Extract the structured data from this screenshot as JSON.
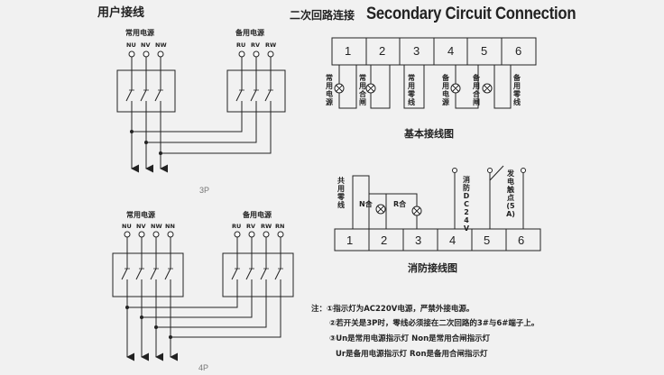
{
  "titles": {
    "user_wiring": "用户接线",
    "secondary_cn": "二次回路连接",
    "secondary_en": "Secondary Circuit Connection"
  },
  "p3": {
    "normal_label": "常用电源",
    "backup_label": "备用电源",
    "normal_terminals": [
      "NU",
      "NV",
      "NW"
    ],
    "backup_terminals": [
      "RU",
      "RV",
      "RW"
    ],
    "caption": "3P"
  },
  "p4": {
    "normal_label": "常用电源",
    "backup_label": "备用电源",
    "normal_terminals": [
      "NU",
      "NV",
      "NW",
      "NN"
    ],
    "backup_terminals": [
      "RU",
      "RV",
      "RW",
      "RN"
    ],
    "caption": "4P"
  },
  "basic": {
    "terminals": [
      "1",
      "2",
      "3",
      "4",
      "5",
      "6"
    ],
    "lamp1_label": "常用电源",
    "lamp2_label": "常用合闸",
    "neutral1_label": "常用零线",
    "lamp3_label": "备用电源",
    "lamp4_label": "备用合闸",
    "neutral2_label": "备用零线",
    "caption": "基本接线图"
  },
  "fire": {
    "terminals": [
      "1",
      "2",
      "3",
      "4",
      "5",
      "6"
    ],
    "common_neutral": "共用零线",
    "n_close": "N合",
    "r_close": "R合",
    "fire_dc": "消防DC24V",
    "contact": "发电触点(5A)",
    "caption": "消防接线图"
  },
  "notes": [
    "注：①指示灯为AC220V电源，严禁外接电源。",
    "②若开关是3P时，零线必须接在二次回路的3#与6#端子上。",
    "③Un是常用电源指示灯    Non是常用合闸指示灯",
    "Ur是备用电源指示灯    Ron是备用合闸指示灯"
  ]
}
